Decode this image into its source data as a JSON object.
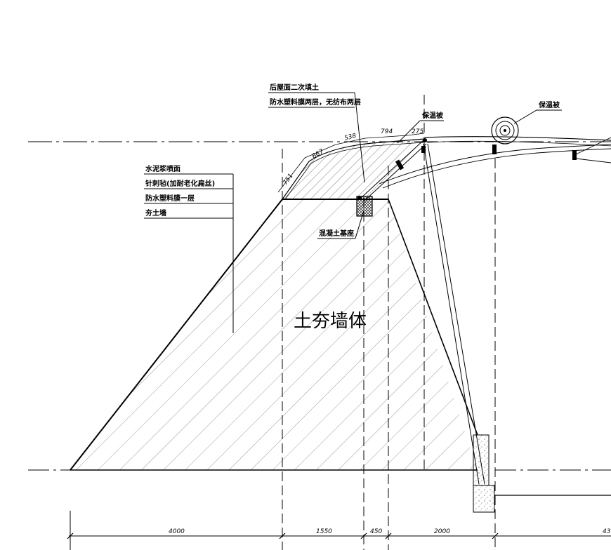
{
  "labels": {
    "roof_fill": "后屋面二次填土",
    "waterproof_two": "防水塑料膜两层，无纺布两层",
    "insulation_left": "保温被",
    "insulation_right": "保温被",
    "cement_spray": "水泥浆喷面",
    "needle_felt": "针刺毡(加耐老化扁丝)",
    "waterproof_one": "防水塑料膜一层",
    "rammed_wall": "夯土墙",
    "concrete_base": "混凝土基座",
    "wall_body": "土夯墙体"
  },
  "slope_dims": [
    "751",
    "667",
    "538",
    "794",
    "275"
  ],
  "bottom_dims": [
    "4000",
    "1550",
    "450",
    "2000",
    "43"
  ]
}
